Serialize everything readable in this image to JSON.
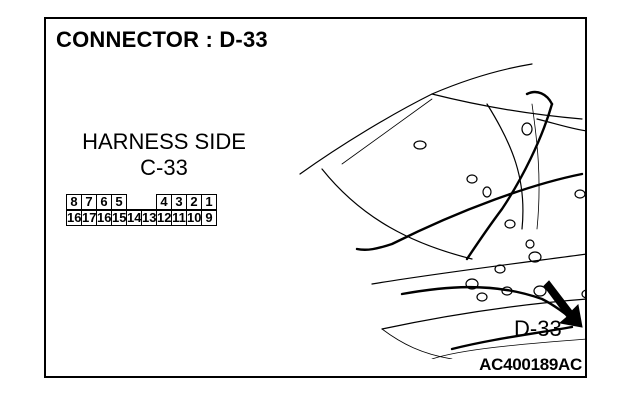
{
  "title": "CONNECTOR : D-33",
  "harness": {
    "label": "HARNESS SIDE",
    "connector": "C-33"
  },
  "pins": {
    "top": [
      "8",
      "7",
      "6",
      "5",
      "",
      "",
      "4",
      "3",
      "2",
      "1"
    ],
    "bottom": [
      "16",
      "17",
      "16",
      "15",
      "14",
      "13",
      "12",
      "11",
      "10",
      "9"
    ]
  },
  "callout_label": "D-33",
  "figure_code": "AC400189AC"
}
